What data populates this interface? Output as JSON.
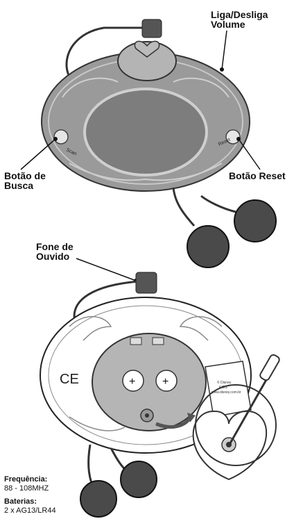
{
  "labels": {
    "power_volume_line1": "Liga/Desliga",
    "power_volume_line2": "Volume",
    "search_line1": "Botão de",
    "search_line2": "Busca",
    "reset": "Botão Reset",
    "earphone_line1": "Fone de",
    "earphone_line2": "Ouvido"
  },
  "device_text": {
    "scan": "Scan",
    "reset_small": "Reset",
    "ce_mark": "CE",
    "battery_plus": "+",
    "tag_line1": "© Disney",
    "tag_line2": "KIDS",
    "tag_line3": "www.disney.com.br"
  },
  "specs": {
    "frequency_label": "Frequência:",
    "frequency_value": "88 - 108MHZ",
    "batteries_label": "Baterias:",
    "batteries_value": "2 x AG13/LR44"
  },
  "colors": {
    "device_body": "#9a9a9a",
    "device_screen": "#7d7d7d",
    "earbud": "#4a4a4a",
    "battery_compartment": "#b5b5b5"
  }
}
